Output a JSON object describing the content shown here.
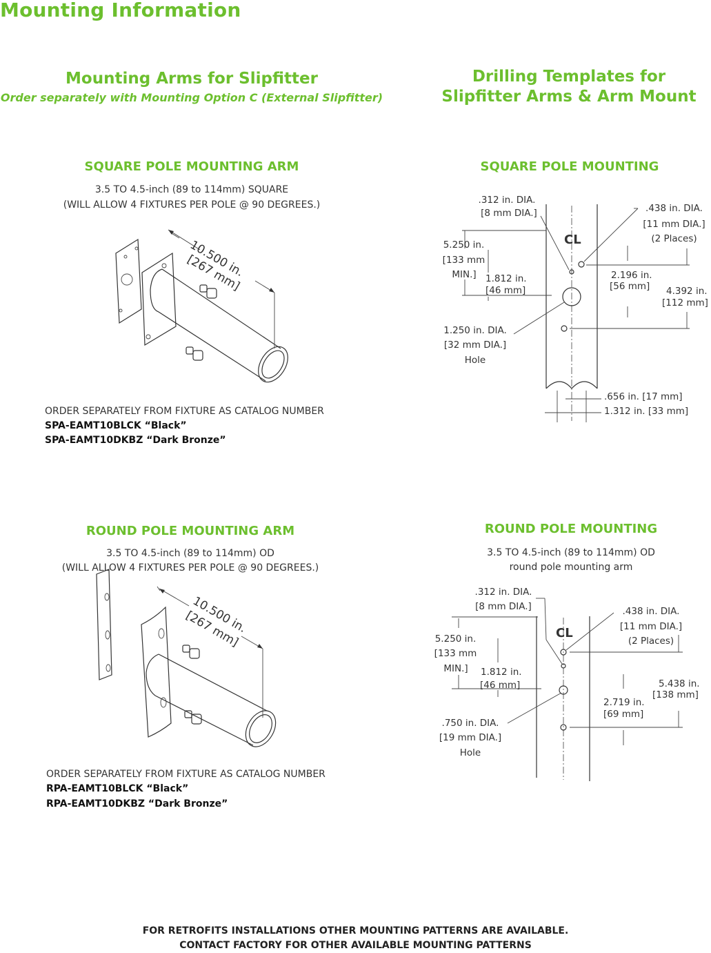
{
  "page_title": "Mounting Information",
  "left_header": {
    "title": "Mounting Arms for Slipfitter",
    "subtitle": "Order separately with Mounting Option C (External Slipfitter)"
  },
  "right_header": {
    "line1": "Drilling Templates for",
    "line2": "Slipfitter Arms & Arm Mount"
  },
  "square_arm": {
    "title": "SQUARE POLE MOUNTING ARM",
    "desc1": "3.5 TO 4.5-inch (89 to 114mm) SQUARE",
    "desc2": "(WILL ALLOW 4 FIXTURES PER POLE @ 90 DEGREES.)",
    "length_in": "10.500 in.",
    "length_mm": "[267 mm]",
    "order_intro": "ORDER SEPARATELY FROM FIXTURE AS CATALOG NUMBER",
    "order_black": "SPA-EAMT10BLCK “Black”",
    "order_bronze": "SPA-EAMT10DKBZ “Dark Bronze”"
  },
  "round_arm": {
    "title": "ROUND POLE MOUNTING ARM",
    "desc1": "3.5 TO 4.5-inch (89 to 114mm) OD",
    "desc2": "(WILL ALLOW 4 FIXTURES PER POLE @ 90 DEGREES.)",
    "length_in": "10.500 in.",
    "length_mm": "[267 mm]",
    "order_intro": "ORDER SEPARATELY FROM FIXTURE AS CATALOG NUMBER",
    "order_black": "RPA-EAMT10BLCK “Black”",
    "order_bronze": "RPA-EAMT10DKBZ “Dark Bronze”"
  },
  "square_mount": {
    "title": "SQUARE POLE MOUNTING",
    "small_hole_1": ".312 in. DIA.",
    "small_hole_2": "[8 mm DIA.]",
    "top_5250_1": "5.250 in.",
    "top_5250_2": "[133 mm",
    "top_5250_3": "MIN.]",
    "d1812_1": "1.812 in.",
    "d1812_2": "[46 mm]",
    "hole438_1": ".438 in. DIA.",
    "hole438_2": "[11 mm DIA.]",
    "hole438_3": "(2 Places)",
    "d2196_1": "2.196 in.",
    "d2196_2": "[56 mm]",
    "d4392_1": "4.392 in.",
    "d4392_2": "[112 mm]",
    "big_hole_1": "1.250 in. DIA.",
    "big_hole_2": "[32 mm DIA.]",
    "big_hole_3": "Hole",
    "w656": ".656 in. [17 mm]",
    "w1312": "1.312 in. [33 mm]",
    "cl": "CL"
  },
  "round_mount": {
    "title": "ROUND POLE MOUNTING",
    "desc1": "3.5 TO 4.5-inch (89 to 114mm) OD",
    "desc2": "round pole mounting arm",
    "small_hole_1": ".312 in. DIA.",
    "small_hole_2": "[8 mm DIA.]",
    "top_5250_1": "5.250 in.",
    "top_5250_2": "[133 mm",
    "top_5250_3": "MIN.]",
    "d1812_1": "1.812 in.",
    "d1812_2": "[46 mm]",
    "hole438_1": ".438 in. DIA.",
    "hole438_2": "[11 mm DIA.]",
    "hole438_3": "(2 Places)",
    "d2719_1": "2.719 in.",
    "d2719_2": "[69 mm]",
    "d5438_1": "5.438 in.",
    "d5438_2": "[138 mm]",
    "big_hole_1": ".750 in. DIA.",
    "big_hole_2": "[19 mm DIA.]",
    "big_hole_3": "Hole",
    "cl": "CL"
  },
  "footer": {
    "line1": "FOR RETROFITS INSTALLATIONS OTHER MOUNTING PATTERNS ARE AVAILABLE.",
    "line2": "CONTACT FACTORY FOR OTHER AVAILABLE MOUNTING PATTERNS"
  }
}
